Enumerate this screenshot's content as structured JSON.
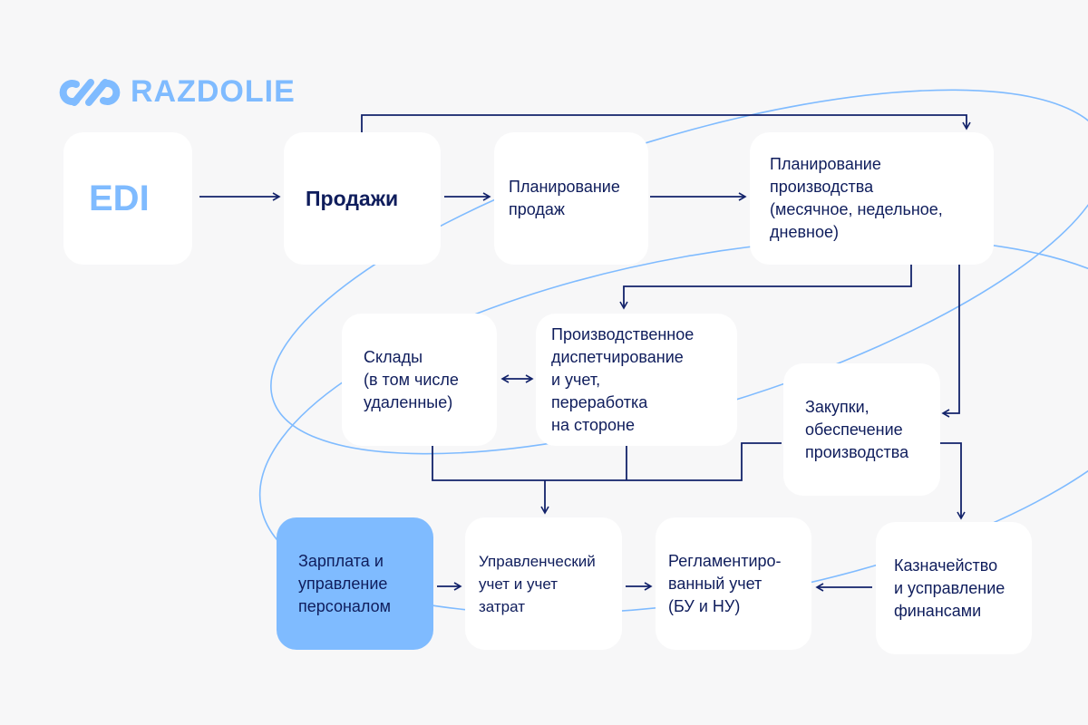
{
  "logo": {
    "text": "RAZDOLIE"
  },
  "colors": {
    "accent": "#7fbbff",
    "line": "#12226a",
    "text": "#0f1d5c"
  },
  "nodes": {
    "edi": "EDI",
    "sales": "Продажи",
    "sales_planning": "Планирование\nпродаж",
    "production_planning": "Планирование\nпроизводства\n(месячное, недельное,\nдневное)",
    "warehouses": "Склады\n(в том числе\nудаленные)",
    "production_dispatch": "Производственное\nдиспетчирование\nи учет,\nпереработка\nна стороне",
    "procurement": "Закупки,\nобеспечение\nпроизводства",
    "payroll": "Зарплата и\nуправление\nперсоналом",
    "management_accounting": "Управленческий\nучет и учет\nзатрат",
    "regulated_accounting": "Регламентиро-\nванный учет\n(БУ и НУ)",
    "treasury": "Казначейство\nи усправление\nфинансами"
  }
}
